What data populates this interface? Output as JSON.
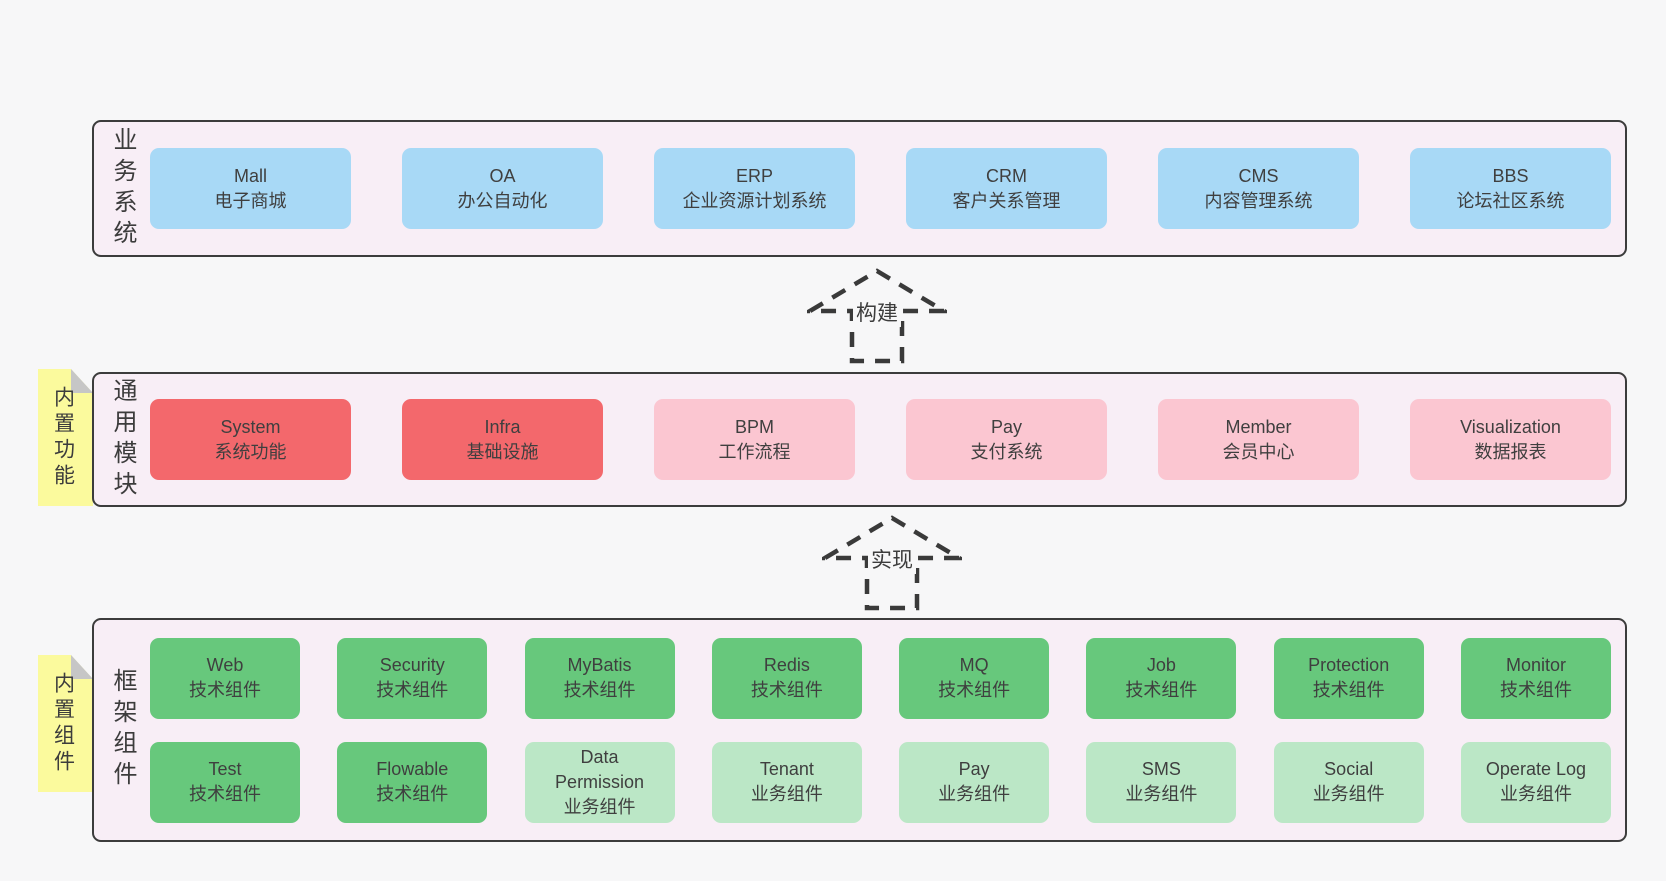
{
  "diagram": {
    "arrows": [
      {
        "label": "构建"
      },
      {
        "label": "实现"
      }
    ],
    "stickies": [
      {
        "label": "内置功能"
      },
      {
        "label": "内置组件"
      }
    ],
    "sections": [
      {
        "side_label": "业务系统",
        "rows": [
          [
            {
              "title": "Mall",
              "subtitle": "电子商城",
              "variant": "blue"
            },
            {
              "title": "OA",
              "subtitle": "办公自动化",
              "variant": "blue"
            },
            {
              "title": "ERP",
              "subtitle": "企业资源计划系统",
              "variant": "blue"
            },
            {
              "title": "CRM",
              "subtitle": "客户关系管理",
              "variant": "blue"
            },
            {
              "title": "CMS",
              "subtitle": "内容管理系统",
              "variant": "blue"
            },
            {
              "title": "BBS",
              "subtitle": "论坛社区系统",
              "variant": "blue"
            }
          ]
        ]
      },
      {
        "side_label": "通用模块",
        "rows": [
          [
            {
              "title": "System",
              "subtitle": "系统功能",
              "variant": "red"
            },
            {
              "title": "Infra",
              "subtitle": "基础设施",
              "variant": "red"
            },
            {
              "title": "BPM",
              "subtitle": "工作流程",
              "variant": "pink"
            },
            {
              "title": "Pay",
              "subtitle": "支付系统",
              "variant": "pink"
            },
            {
              "title": "Member",
              "subtitle": "会员中心",
              "variant": "pink"
            },
            {
              "title": "Visualization",
              "subtitle": "数据报表",
              "variant": "pink"
            }
          ]
        ]
      },
      {
        "side_label": "框架组件",
        "rows": [
          [
            {
              "title": "Web",
              "subtitle": "技术组件",
              "variant": "green"
            },
            {
              "title": "Security",
              "subtitle": "技术组件",
              "variant": "green"
            },
            {
              "title": "MyBatis",
              "subtitle": "技术组件",
              "variant": "green"
            },
            {
              "title": "Redis",
              "subtitle": "技术组件",
              "variant": "green"
            },
            {
              "title": "MQ",
              "subtitle": "技术组件",
              "variant": "green"
            },
            {
              "title": "Job",
              "subtitle": "技术组件",
              "variant": "green"
            },
            {
              "title": "Protection",
              "subtitle": "技术组件",
              "variant": "green"
            },
            {
              "title": "Monitor",
              "subtitle": "技术组件",
              "variant": "green"
            }
          ],
          [
            {
              "title": "Test",
              "subtitle": "技术组件",
              "variant": "green"
            },
            {
              "title": "Flowable",
              "subtitle": "技术组件",
              "variant": "green"
            },
            {
              "title": "Data Permission",
              "subtitle": "业务组件",
              "variant": "green-light"
            },
            {
              "title": "Tenant",
              "subtitle": "业务组件",
              "variant": "green-light"
            },
            {
              "title": "Pay",
              "subtitle": "业务组件",
              "variant": "green-light"
            },
            {
              "title": "SMS",
              "subtitle": "业务组件",
              "variant": "green-light"
            },
            {
              "title": "Social",
              "subtitle": "业务组件",
              "variant": "green-light"
            },
            {
              "title": "Operate Log",
              "subtitle": "业务组件",
              "variant": "green-light"
            }
          ]
        ]
      }
    ],
    "colors": {
      "page_background": "#f7f7f8",
      "panel_background": "#f8eef6",
      "panel_border": "#3c3c3c",
      "box_blue": "#a8d9f6",
      "box_red": "#f3686c",
      "box_pink": "#fbc6d1",
      "box_green": "#67c87c",
      "box_green_light": "#bbe7c6",
      "sticky_yellow": "#fbfa9d",
      "sticky_fold_gray": "#c6c6c6",
      "text": "#3f3f3f"
    }
  }
}
